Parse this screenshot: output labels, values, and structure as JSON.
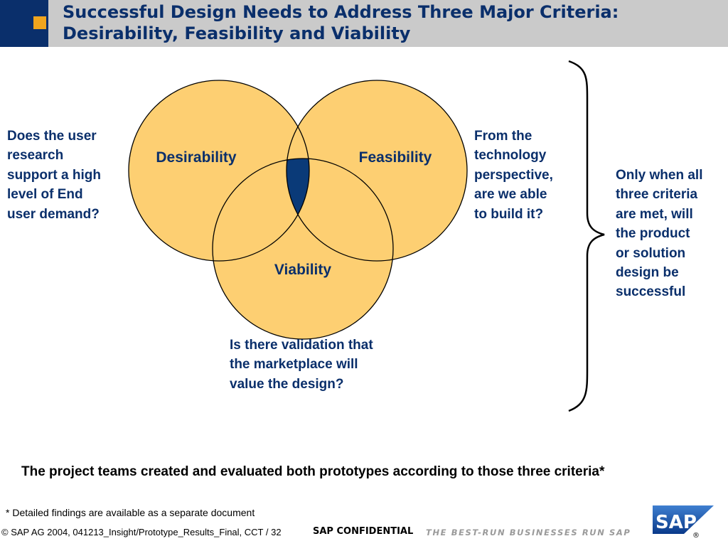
{
  "title": {
    "line1": "Successful Design Needs to Address Three Major Criteria:",
    "line2": "Desirability, Feasibility and Viability"
  },
  "diagram": {
    "circles": [
      {
        "label": "Desirability"
      },
      {
        "label": "Feasibility"
      },
      {
        "label": "Viability"
      }
    ],
    "circle_fill": "#fdcf72",
    "intersection_fill": "#0a3a78",
    "outline_color": "#000000"
  },
  "questions": {
    "desirability": [
      "Does the user",
      "research",
      "support a high",
      "level of End",
      "user demand?"
    ],
    "feasibility": [
      "From the",
      "technology",
      "perspective,",
      "are we able",
      "to build it?"
    ],
    "viability": [
      "Is there validation that",
      "the marketplace will",
      "value the design?"
    ],
    "conclusion": [
      "Only when all",
      "three criteria",
      "are met, will",
      "the product",
      "or solution",
      "design be",
      "successful"
    ]
  },
  "summary": "The project teams created and evaluated both prototypes according to those three criteria*",
  "footnote": "* Detailed findings are available as a separate document",
  "footer": {
    "copyright": "© SAP AG 2004, 041213_Insight/Prototype_Results_Final, CCT / 32",
    "confidential": "SAP CONFIDENTIAL",
    "slogan": "THE BEST-RUN BUSINESSES RUN SAP"
  },
  "logo": {
    "text": "SAP",
    "registered": "®"
  },
  "colors": {
    "title_bar": "#cacaca",
    "title_accent": "#0a2f6b",
    "accent_square": "#f0a51e",
    "text_blue": "#0a2f6b"
  }
}
